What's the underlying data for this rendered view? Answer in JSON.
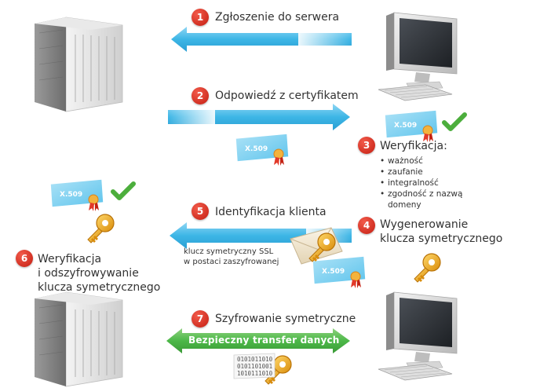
{
  "steps": [
    {
      "num": "1",
      "label": "Zgłoszenie do serwera"
    },
    {
      "num": "2",
      "label": "Odpowiedź z certyfikatem"
    },
    {
      "num": "3",
      "label": "Weryfikacja:"
    },
    {
      "num": "4",
      "label": "Wygenerowanie klucza symetrycznego"
    },
    {
      "num": "5",
      "label": "Identyfikacja klienta"
    },
    {
      "num": "6",
      "label": "Weryfikacja i odszyfrowywanie klucza symetrycznego"
    },
    {
      "num": "7",
      "label": "Szyfrowanie symetryczne"
    }
  ],
  "verification_items": [
    "ważność",
    "zaufanie",
    "integralność",
    "zgodność z nazwą domeny"
  ],
  "step4_line1": "Wygenerowanie",
  "step4_line2": "klucza symetrycznego",
  "step6_line1": "Weryfikacja",
  "step6_line2": "i odszyfrowywanie",
  "step6_line3": "klucza symetrycznego",
  "encrypted_key_line1": "klucz symetryczny SSL",
  "encrypted_key_line2": "w postaci zaszyfrowanej",
  "transfer_label": "Bezpieczny transfer danych",
  "certificate_label": "X.509",
  "binary_lines": [
    "0101011010",
    "0101101001",
    "1010111010"
  ],
  "colors": {
    "arrow": "#38b6e8",
    "arrow_light": "#a9def5",
    "badge": "#d9271a",
    "green": "#4cb848",
    "check": "#4cae3c",
    "key": "#e8a317"
  },
  "icons": [
    "server-icon",
    "computer-icon",
    "certificate-icon",
    "checkmark-icon",
    "key-icon",
    "envelope-icon",
    "binary-data-icon"
  ]
}
